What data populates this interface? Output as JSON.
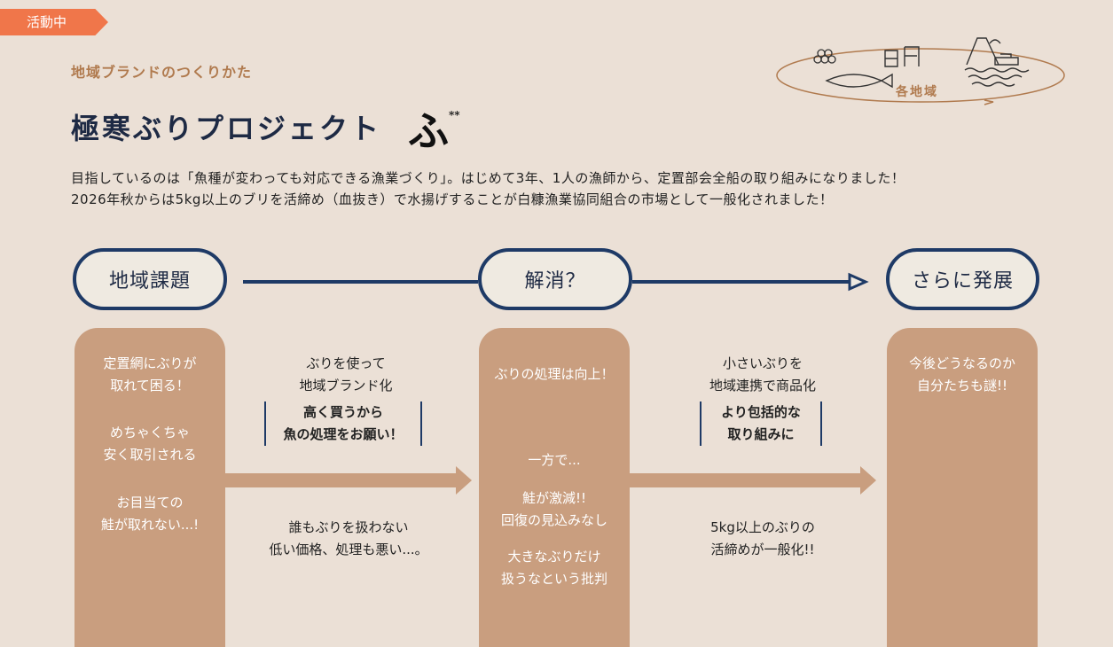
{
  "badge": "活動中",
  "subtitle": "地域ブランドのつくりかた",
  "title": "極寒ぶりプロジェクト",
  "logo": {
    "char": "ふ",
    "mark": "**"
  },
  "description": [
    "目指しているのは「魚種が変わっても対応できる漁業づくり」。はじめて3年、1人の漁師から、定置部会全船の取り組みになりました！",
    "2026年秋からは5kg以上のブリを活締め（血抜き）で水揚げすることが白糠漁業協同組合の市場として一般化されました！"
  ],
  "map": {
    "region": "各地域"
  },
  "stages": [
    {
      "label": "地域課題"
    },
    {
      "label": "解消？"
    },
    {
      "label": "さらに発展"
    }
  ],
  "columns": {
    "col1": {
      "a": "定置網にぶりが\n取れて困る！",
      "b": "めちゃくちゃ\n安く取引される",
      "c": "お目当ての\n鮭が取れない...!"
    },
    "col2": {
      "a": "ぶりの処理は向上！",
      "b": "一方で...",
      "c": "鮭が激減!!\n回復の見込みなし",
      "d": "大きなぶりだけ\n扱うなという批判"
    },
    "col3": {
      "a": "今後どうなるのか\n自分たちも謎!!"
    }
  },
  "transition1": {
    "top": "ぶりを使って\n地域ブランド化",
    "bracket": "高く買うから\n魚の処理をお願い！",
    "bottom": "誰もぶりを扱わない\n低い価格、処理も悪い...。"
  },
  "transition2": {
    "top": "小さいぶりを\n地域連携で商品化",
    "bracket": "より包括的な\n取り組みに",
    "bottom": "5kg以上のぶりの\n活締めが一般化!!"
  },
  "colors": {
    "background": "#ebe0d6",
    "accent": "#f0764a",
    "navy": "#1e3a66",
    "column": "#c99e7f",
    "subtitle": "#b07a4e"
  }
}
